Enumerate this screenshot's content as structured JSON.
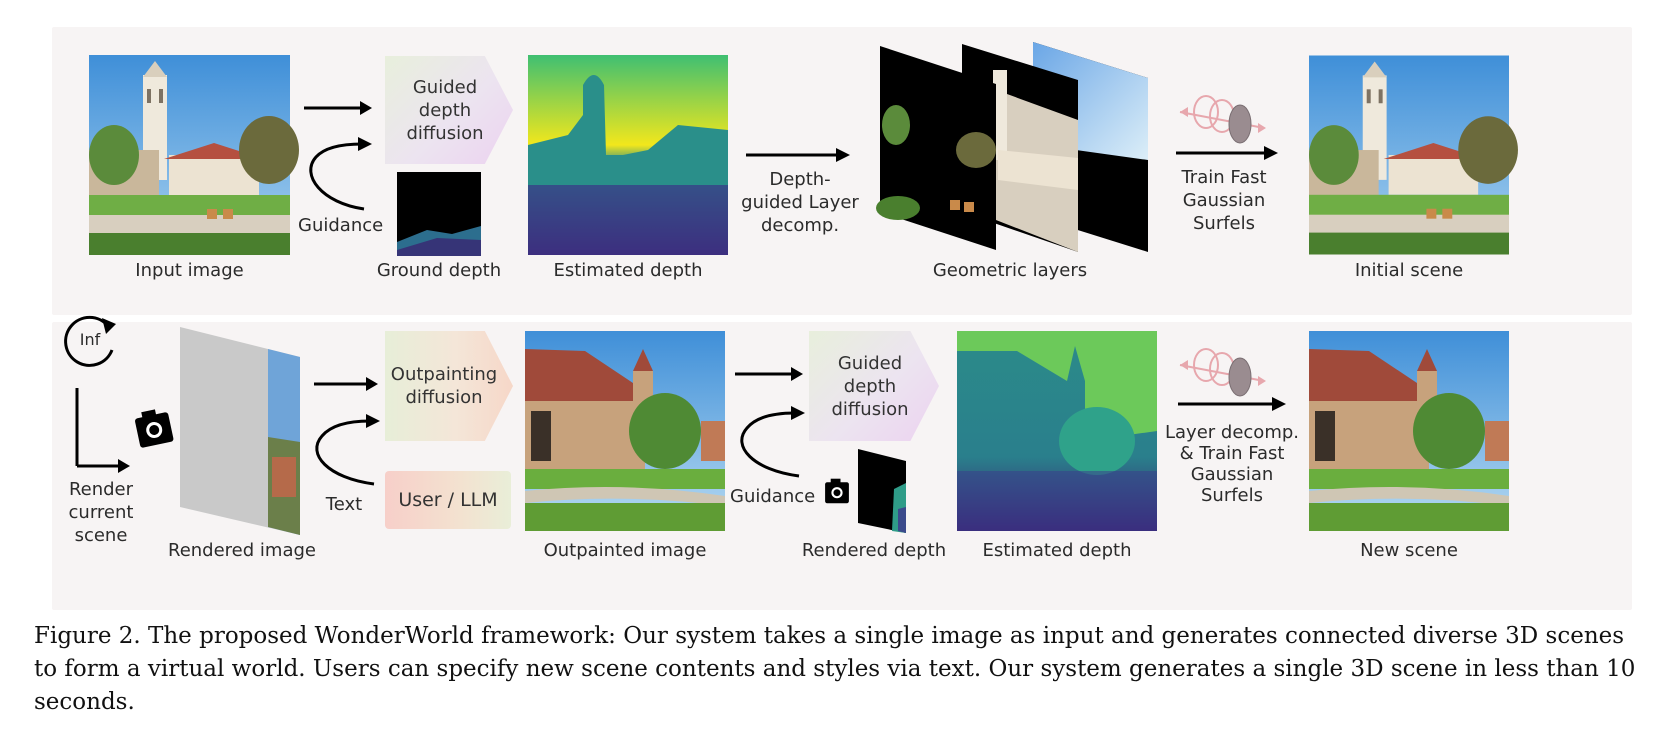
{
  "top_row": {
    "input_image_label": "Input image",
    "guided_depth_box": "Guided depth diffusion",
    "guidance_label": "Guidance",
    "ground_depth_label": "Ground depth",
    "estimated_depth_label": "Estimated depth",
    "layer_decomp_label": "Depth-guided Layer decomp.",
    "geometric_layers_label": "Geometric layers",
    "train_label": "Train Fast Gaussian Surfels",
    "initial_scene_label": "Initial scene"
  },
  "bottom_row": {
    "inf_label": "Inf",
    "render_current_label": "Render current scene",
    "rendered_image_label": "Rendered image",
    "outpainting_box": "Outpainting diffusion",
    "text_label": "Text",
    "user_llm_box": "User / LLM",
    "outpainted_image_label": "Outpainted image",
    "guided_depth_box": "Guided depth diffusion",
    "guidance_label": "Guidance",
    "rendered_depth_label": "Rendered depth",
    "estimated_depth_label": "Estimated depth",
    "layer_train_label": "Layer decomp. & Train Fast Gaussian Surfels",
    "new_scene_label": "New scene"
  },
  "caption": "Figure 2. The proposed WonderWorld framework: Our system takes a single image as input and generates connected diverse 3D scenes to form a virtual world. Users can specify new scene contents and styles via text. Our system generates a single 3D scene in less than 10 seconds.",
  "colors": {
    "panel_bg": "#f7f4f4",
    "depth_far": "#f2e71c",
    "depth_mid": "#24918c",
    "depth_near": "#3b1b6e",
    "gaussian_pink": "#e7a7ad"
  },
  "icons": [
    "inf-loop-icon",
    "camera-icon",
    "gaussian-surfel-icon",
    "arrow-right-icon",
    "curved-arrow-icon"
  ]
}
